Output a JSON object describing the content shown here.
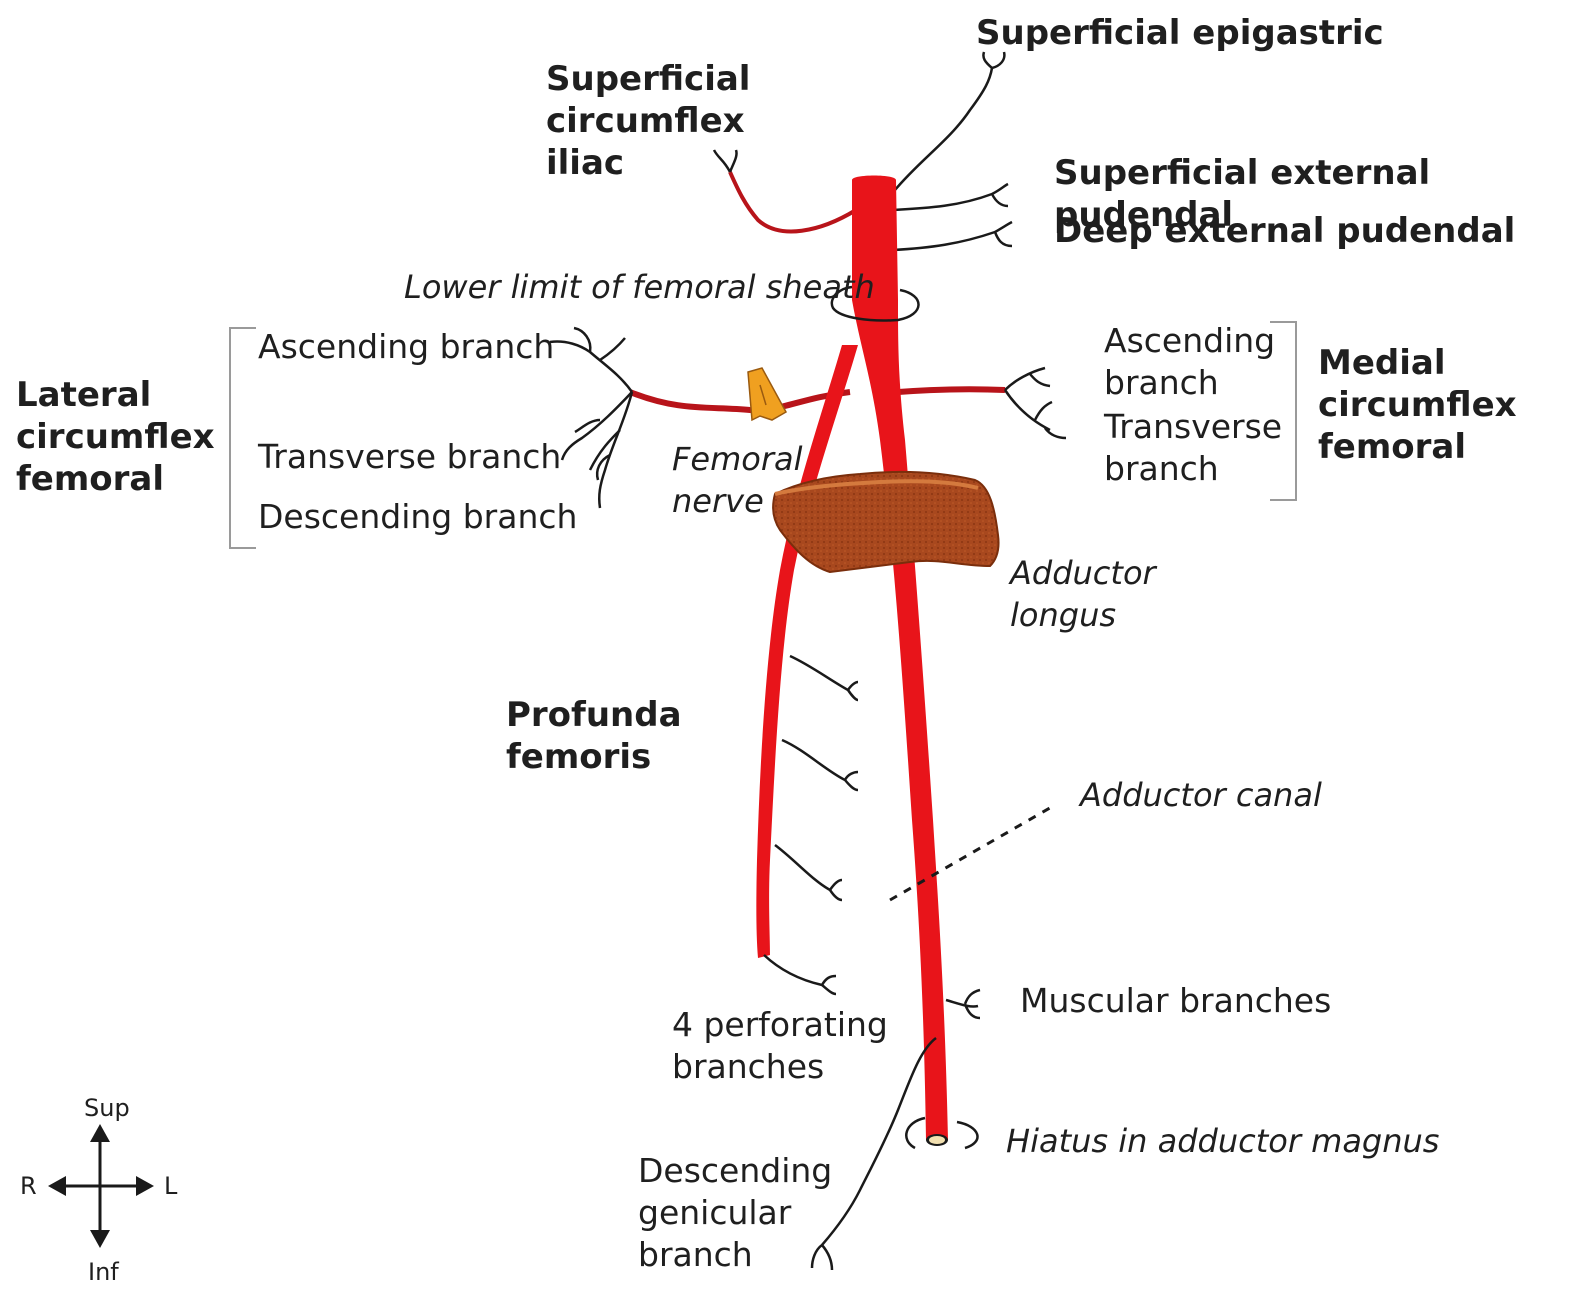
{
  "colors": {
    "artery": "#e8141a",
    "artery_dark": "#b01015",
    "branch": "#1a1a1a",
    "muscle": "#a8481e",
    "muscle_light": "#c8642c",
    "nerve": "#f0a020",
    "bracket": "#9a9a9a"
  },
  "labels": {
    "superficial_epigastric": "Superficial epigastric",
    "superficial_circumflex_iliac": "Superficial\ncircumflex\niliac",
    "superficial_external_pudendal": "Superficial external pudendal",
    "deep_external_pudendal": "Deep external pudendal",
    "lower_limit_femoral_sheath": "Lower limit of femoral sheath",
    "lateral_ascending_branch": "Ascending branch",
    "lateral_transverse_branch": "Transverse branch",
    "lateral_descending_branch": "Descending branch",
    "lateral_circumflex_femoral": "Lateral\ncircumflex\nfemoral",
    "femoral_nerve": "Femoral\nnerve",
    "medial_ascending_branch": "Ascending\nbranch",
    "medial_transverse_branch": "Transverse\nbranch",
    "medial_circumflex_femoral": "Medial\ncircumflex\nfemoral",
    "adductor_longus": "Adductor\nlongus",
    "profunda_femoris": "Profunda\nfemoris",
    "adductor_canal": "Adductor canal",
    "muscular_branches": "Muscular branches",
    "perforating_branches": "4 perforating\nbranches",
    "hiatus_adductor_magnus": "Hiatus in adductor magnus",
    "descending_genicular_branch": "Descending\ngenicular\nbranch"
  },
  "orientation": {
    "sup": "Sup",
    "inf": "Inf",
    "right": "R",
    "left": "L"
  },
  "icons": {
    "orientation_arrows": "four-way-arrow-icon"
  }
}
